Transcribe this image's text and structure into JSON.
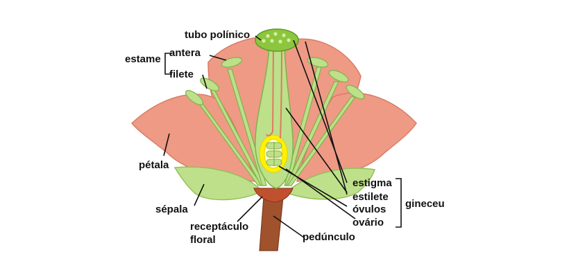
{
  "labels": {
    "tubo_polinico": "tubo polínico",
    "estame": "estame",
    "antera": "antera",
    "filete": "filete",
    "petala": "pétala",
    "sepala": "sépala",
    "receptaculo_line1": "receptáculo",
    "receptaculo_line2": "floral",
    "pedunculo": "pedúnculo",
    "estigma": "estigma",
    "estilete": "estilete",
    "ovulos": "óvulos",
    "ovario": "ovário",
    "gineceu": "gineceu"
  },
  "colors": {
    "petal": "#ee9a85",
    "petal_stroke": "#d97c67",
    "sepal": "#bfe08a",
    "sepal_stroke": "#93c058",
    "stamen": "#bde08a",
    "stamen_stroke": "#7fb24a",
    "stigma": "#8cc63f",
    "ovary_wall": "#fff200",
    "ovule": "#bfe08a",
    "pollen_tube": "#e07a5f",
    "receptacle": "#c1502f",
    "peduncle": "#a0522d"
  }
}
